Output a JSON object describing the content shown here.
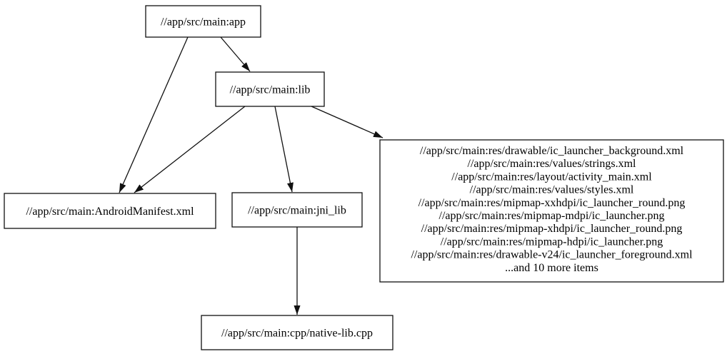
{
  "diagram": {
    "type": "dependency-graph",
    "background_color": "#ffffff",
    "node_fill_color": "#ffffff",
    "line_color": "#111111",
    "text_color": "#000000",
    "nodes": {
      "app": {
        "label": "//app/src/main:app"
      },
      "lib": {
        "label": "//app/src/main:lib"
      },
      "android_manifest": {
        "label": "//app/src/main:AndroidManifest.xml"
      },
      "jni_lib": {
        "label": "//app/src/main:jni_lib"
      },
      "native_lib": {
        "label": "//app/src/main:cpp/native-lib.cpp"
      },
      "resources": {
        "lines": [
          "//app/src/main:res/drawable/ic_launcher_background.xml",
          "//app/src/main:res/values/strings.xml",
          "//app/src/main:res/layout/activity_main.xml",
          "//app/src/main:res/values/styles.xml",
          "//app/src/main:res/mipmap-xxhdpi/ic_launcher_round.png",
          "//app/src/main:res/mipmap-mdpi/ic_launcher.png",
          "//app/src/main:res/mipmap-xhdpi/ic_launcher_round.png",
          "//app/src/main:res/mipmap-hdpi/ic_launcher.png",
          "//app/src/main:res/drawable-v24/ic_launcher_foreground.xml",
          "...and 10 more items"
        ]
      }
    },
    "edges": [
      {
        "from": "app",
        "to": "android_manifest"
      },
      {
        "from": "app",
        "to": "lib"
      },
      {
        "from": "lib",
        "to": "android_manifest"
      },
      {
        "from": "lib",
        "to": "jni_lib"
      },
      {
        "from": "lib",
        "to": "resources"
      },
      {
        "from": "jni_lib",
        "to": "native_lib"
      }
    ]
  }
}
